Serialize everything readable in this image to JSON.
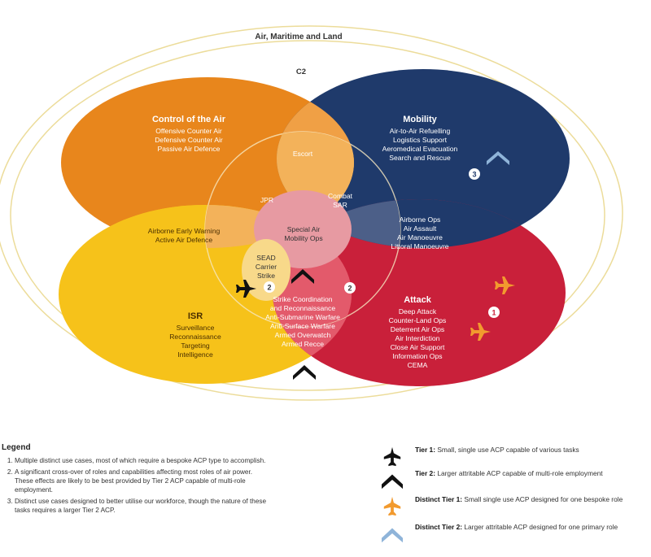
{
  "diagram": {
    "outer_label": "Air, Maritime and Land",
    "c2_label": "C2",
    "colors": {
      "orange": "#e8861c",
      "navy": "#1f3a6b",
      "yellow": "#f6c21a",
      "red": "#c9203a",
      "ring": "#ecdc9a",
      "pink": "#e79aa2",
      "light_orange": "#f0a045",
      "peach": "#f3b25a",
      "slate": "#4c5f88",
      "rose": "#e35a6b",
      "cream": "#f8d98a"
    },
    "regions": {
      "control_of_air": {
        "title": "Control of the Air",
        "items": [
          "Offensive Counter Air",
          "Defensive Counter Air",
          "Passive Air Defence"
        ]
      },
      "mobility": {
        "title": "Mobility",
        "items": [
          "Air-to-Air Refuelling",
          "Logistics Support",
          "Aeromedical Evacuation",
          "Search and Rescue"
        ]
      },
      "isr": {
        "title": "ISR",
        "items": [
          "Surveillance",
          "Reconnaissance",
          "Targeting",
          "Intelligence"
        ]
      },
      "attack": {
        "title": "Attack",
        "items": [
          "Deep Attack",
          "Counter-Land Ops",
          "Deterrent Air Ops",
          "Air Interdiction",
          "Close Air Support",
          "Information Ops",
          "CEMA"
        ]
      }
    },
    "overlaps": {
      "escort": "Escort",
      "jpr": "JPR",
      "combat_sar": [
        "Combat",
        "SAR"
      ],
      "special_air": [
        "Special Air",
        "Mobility Ops"
      ],
      "airborne_ew": [
        "Airborne Early Warning",
        "Active Air Defence"
      ],
      "airborne_ops": [
        "Airborne Ops",
        "Air Assault",
        "Air Manoeuvre",
        "Littoral Manoeuvre"
      ],
      "sead": [
        "SEAD",
        "Carrier",
        "Strike"
      ],
      "strike_coord": [
        "Strike Coordination",
        "and Reconnaissance",
        "Anti-Submarine Warfare",
        "Anti-Surface Warfare",
        "Armed Overwatch",
        "Armed Recce"
      ]
    },
    "markers": [
      "3",
      "2",
      "2",
      "1"
    ]
  },
  "legend": {
    "title": "Legend",
    "notes": [
      "Multiple distinct use cases, most of which require a bespoke ACP type to accomplish.",
      "A significant cross-over of roles and capabilities affecting most roles of air power. These effects are likely to be best provided by Tier 2 ACP capable of multi-role employment.",
      "Distinct use cases designed to better utilise our workforce, though the nature of these tasks requires a larger Tier 2 ACP."
    ],
    "tiers": [
      {
        "label": "Tier 1:",
        "desc": "Small, single use ACP capable of various tasks",
        "icon": "black-aircraft-icon"
      },
      {
        "label": "Tier 2:",
        "desc": "Larger attritable ACP capable of multi-role employment",
        "icon": "black-chevron-icon"
      },
      {
        "label": "Distinct Tier 1:",
        "desc": "Small single use ACP designed for one bespoke role",
        "icon": "orange-aircraft-icon"
      },
      {
        "label": "Distinct Tier 2:",
        "desc": "Larger attritable ACP designed for one primary role",
        "icon": "blue-chevron-icon"
      }
    ]
  }
}
